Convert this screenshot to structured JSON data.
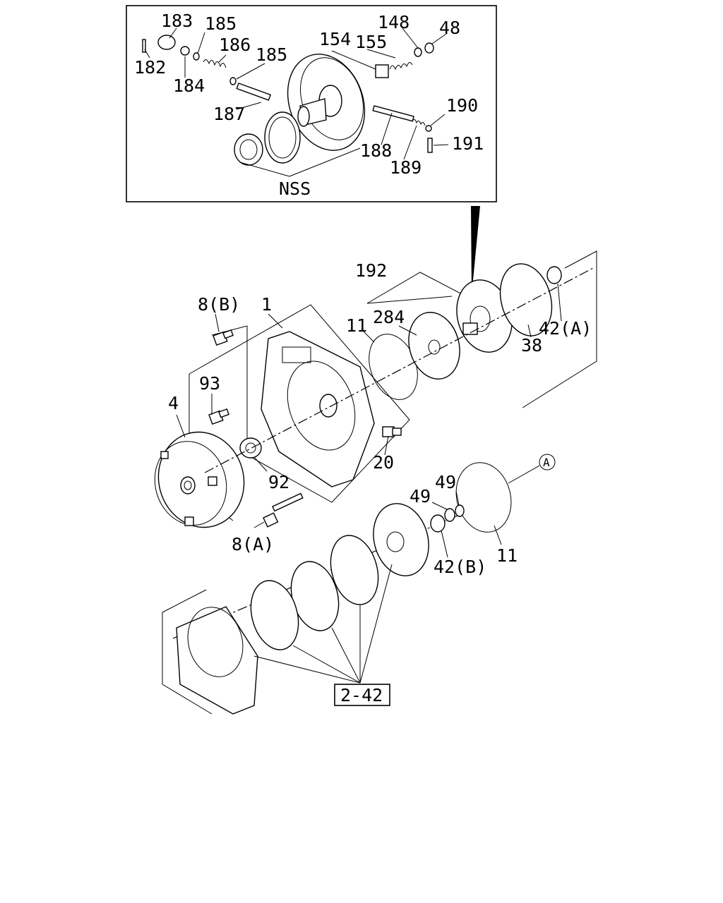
{
  "labels": {
    "p183": "183",
    "p185a": "185",
    "p186": "186",
    "p185b": "185",
    "p182": "182",
    "p184": "184",
    "p187": "187",
    "p154": "154",
    "p155": "155",
    "p148": "148",
    "p48": "48",
    "p190": "190",
    "p188": "188",
    "p189": "189",
    "p191": "191",
    "nss": "NSS",
    "p192": "192",
    "p8b": "8(B)",
    "p1": "1",
    "p11a": "11",
    "p284": "284",
    "p42a": "42(A)",
    "p38": "38",
    "p93": "93",
    "p4": "4",
    "p20": "20",
    "p92": "92",
    "p8a": "8(A)",
    "circA": "A",
    "p49a": "49",
    "p49b": "49",
    "p42b": "42(B)",
    "p11b": "11",
    "ref": "2-42"
  }
}
